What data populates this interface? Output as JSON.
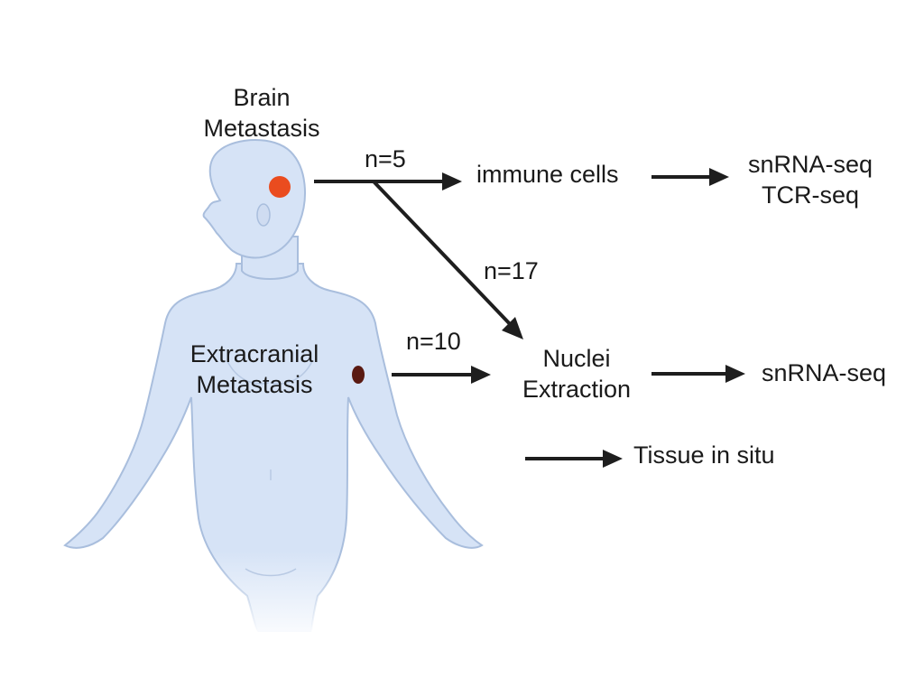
{
  "sites": {
    "brain": {
      "line1": "Brain",
      "line2": "Metastasis"
    },
    "extracranial": {
      "line1": "Extracranial",
      "line2": "Metastasis"
    }
  },
  "counts": {
    "brain_to_immune": "n=5",
    "brain_to_nuclei": "n=17",
    "extracranial_to_nuclei": "n=10"
  },
  "steps": {
    "immune_cells": "immune cells",
    "nuclei_extraction": {
      "line1": "Nuclei",
      "line2": "Extraction"
    },
    "immune_outputs": {
      "line1": "snRNA-seq",
      "line2": "TCR-seq"
    },
    "nuclei_output": "snRNA-seq",
    "tissue_in_situ": "Tissue in situ"
  },
  "colors": {
    "body_fill": "#d6e3f6",
    "body_stroke": "#a9bedd",
    "brain_lesion": "#ea4c1f",
    "extracranial_lesion": "#5a1a12",
    "arrow": "#1e1e1e"
  }
}
